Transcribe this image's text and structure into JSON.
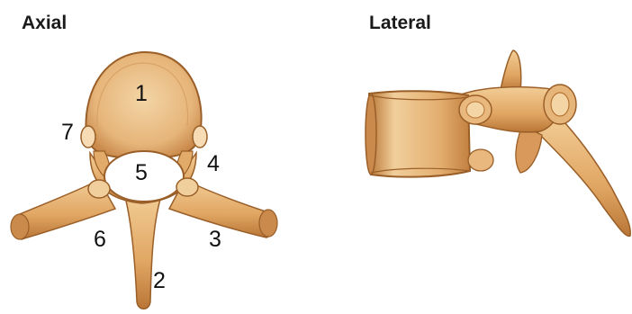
{
  "titles": {
    "axial": "Axial",
    "lateral": "Lateral"
  },
  "labels": {
    "vertebral_body": "1",
    "spinous_process": "2",
    "transverse_process_right": "3",
    "pedicle_right": "4",
    "vertebral_foramen": "5",
    "transverse_process_left": "6",
    "costal_facet": "7"
  },
  "colors": {
    "bone_light": "#f3d5a6",
    "bone_mid": "#e2ab6a",
    "bone_dark": "#b87534",
    "outline": "#9a5f28",
    "background": "#ffffff"
  }
}
